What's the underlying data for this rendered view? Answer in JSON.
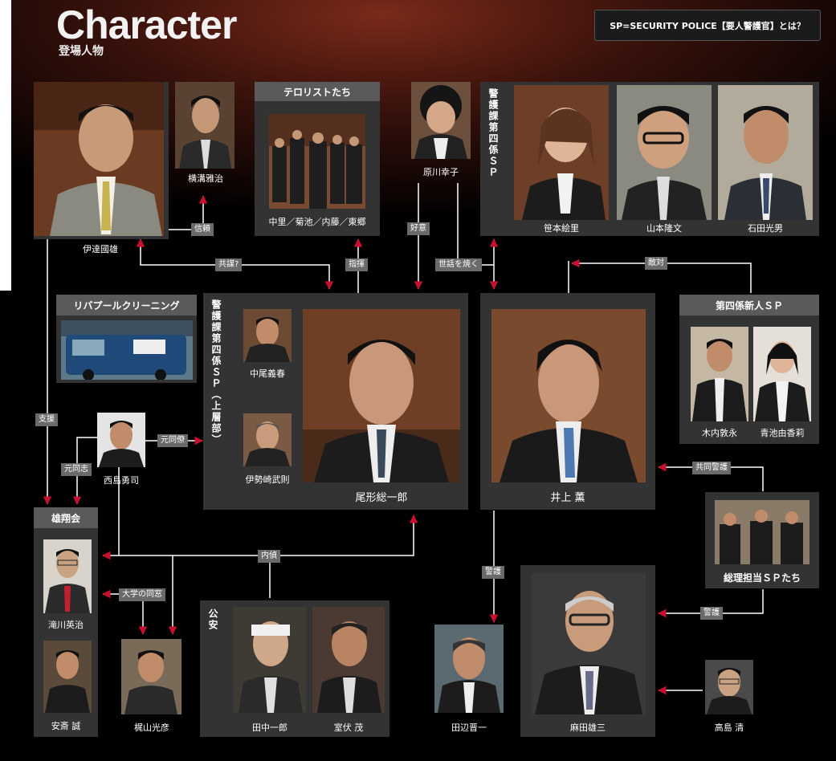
{
  "header": {
    "title": "Character",
    "subtitle": "登場人物",
    "sp_link": "SP=SECURITY POLICE【要人警護官】とは？"
  },
  "groups": {
    "terrorists": "テロリストたち",
    "liverpool": "リバプールクリーニング",
    "sp4": "警護課第四係ＳＰ",
    "sp4_upper": "警護課第四係ＳＰ（上層部）",
    "newcomers": "第四係新人ＳＰ",
    "yushokai": "雄翔会",
    "koan": "公安",
    "pm_sp": "総理担当ＳＰたち"
  },
  "people": {
    "date": "伊達國雄",
    "yokomizo": "横溝雅治",
    "terrorist_names": "中里／菊池／内藤／東郷",
    "harakawa": "原川幸子",
    "sasamoto": "笹本絵里",
    "yamamoto": "山本隆文",
    "ishida": "石田光男",
    "nakao": "中尾義春",
    "isezaki": "伊勢崎武則",
    "ogata": "尾形総一郎",
    "inoue": "井上 薫",
    "kiuchi": "木内敦永",
    "aoike": "青池由香莉",
    "nishijima": "西島勇司",
    "takigawa": "滝川英治",
    "anzai": "安斎 誠",
    "kajiyama": "梶山光彦",
    "tanaka": "田中一郎",
    "murofushi": "室伏 茂",
    "tanabe": "田辺晋一",
    "asada": "麻田雄三",
    "takashima": "高島 清"
  },
  "relations": {
    "shinrai": "信頼",
    "kyobo": "共謀?",
    "shiki": "指揮",
    "koi": "好意",
    "sewa": "世話を焼く",
    "tekitai": "敵対",
    "shien": "支援",
    "moto_doryo": "元同僚",
    "moto_doshi": "元同志",
    "naitei": "内偵",
    "daigaku": "大学の同窓",
    "kyodo_keigo": "共同警護",
    "keigo1": "警護",
    "keigo2": "警護"
  },
  "colors": {
    "arrow": "#c8102e",
    "line": "#ffffff",
    "panel": "#333333",
    "header_bg": "#5a5a5a"
  }
}
